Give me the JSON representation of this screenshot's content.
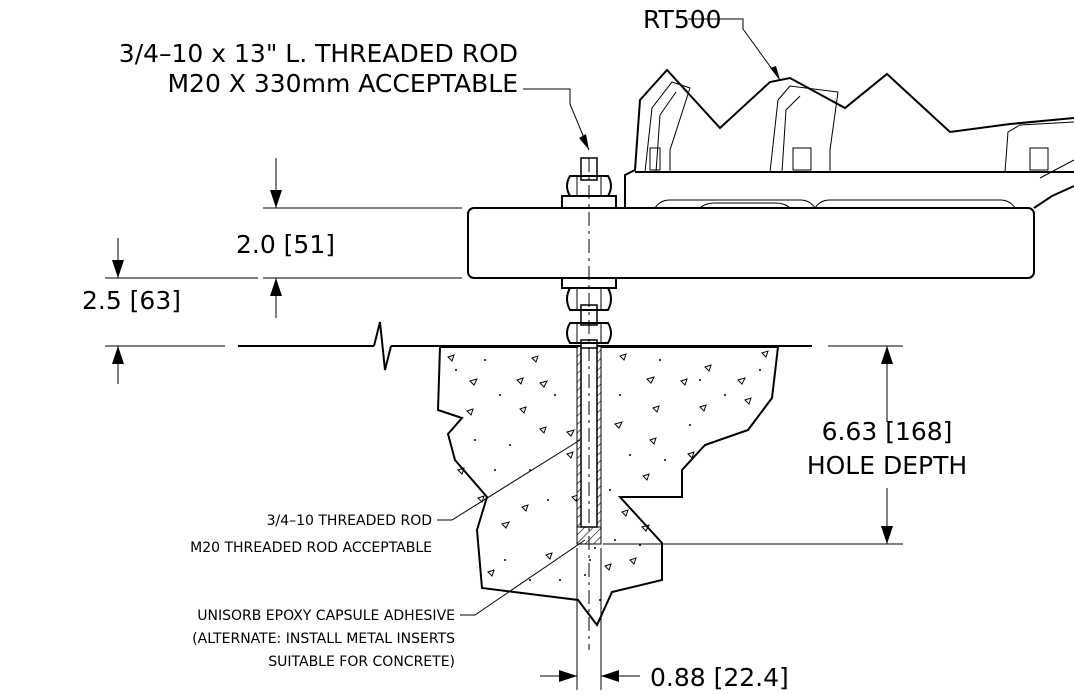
{
  "labels": {
    "product": "RT500",
    "rod_spec_line1": "3/4–10 x 13\" L. THREADED ROD",
    "rod_spec_line2": "M20 X 330mm ACCEPTABLE",
    "plate_thickness": "2.0 [51]",
    "standoff": "2.5 [63]",
    "hole_depth_value": "6.63 [168]",
    "hole_depth_label": "HOLE DEPTH",
    "embedded_rod_line1": "3/4–10 THREADED ROD",
    "embedded_rod_line2": "M20 THREADED ROD ACCEPTABLE",
    "adhesive_line1": "UNISORB EPOXY CAPSULE ADHESIVE",
    "adhesive_line2": "(ALTERNATE: INSTALL METAL INSERTS",
    "adhesive_line3": "SUITABLE FOR CONCRETE)",
    "hole_diameter": "0.88 [22.4]"
  }
}
